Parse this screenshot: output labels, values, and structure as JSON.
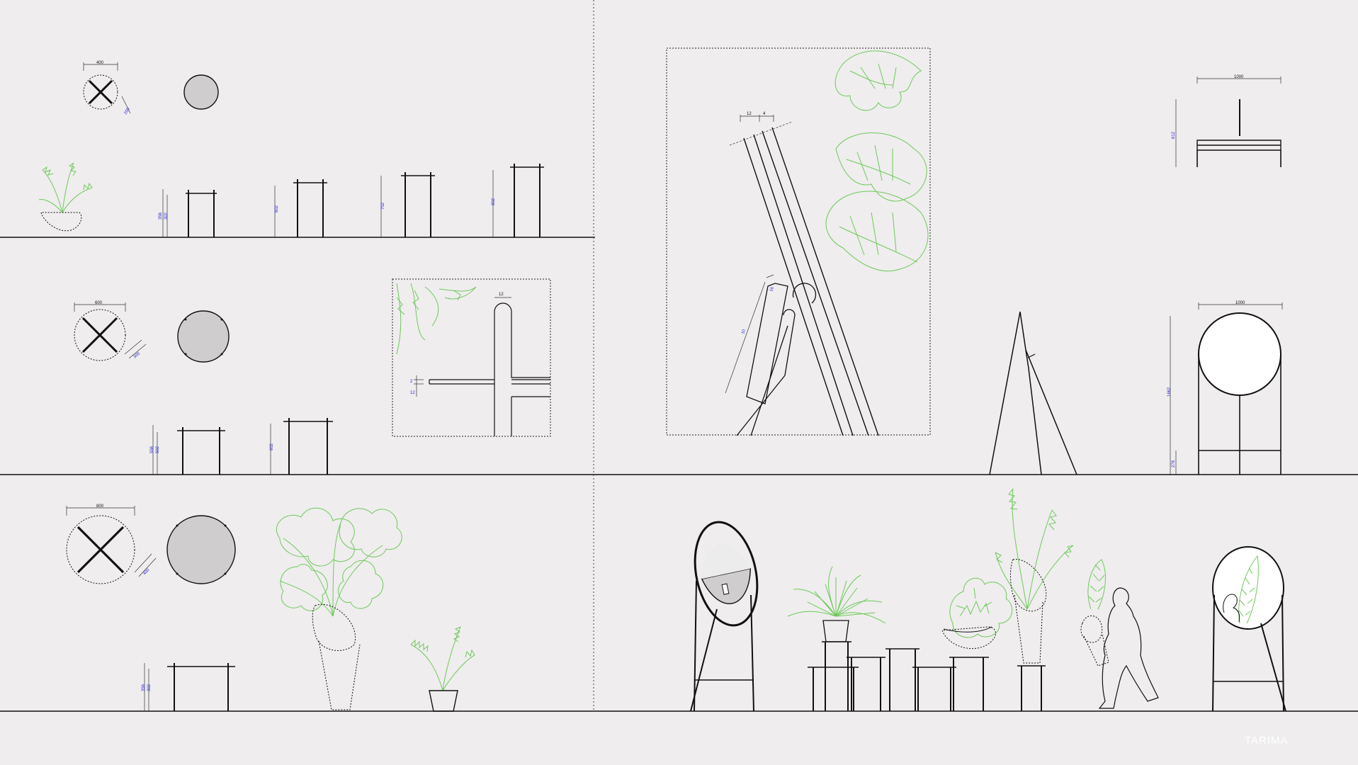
{
  "brand": {
    "label": "TARIMA",
    "color": "#ffffff"
  },
  "colors": {
    "background": "#efedee",
    "line": "#111111",
    "dimension": "#2a2ad8",
    "plant": "#6ec95a",
    "top_fill": "#d0cdcf"
  },
  "panels": {
    "small_tables": {
      "plan_dims": [
        "400",
        "200"
      ],
      "elevation_dims": [
        [
          "356",
          "302"
        ],
        [
          "602"
        ],
        [
          "702"
        ],
        [
          "802"
        ]
      ]
    },
    "medium_tables": {
      "plan_dims": [
        "600",
        "300"
      ],
      "elevation_dims": [
        [
          "556",
          "502"
        ],
        [
          "602"
        ]
      ],
      "detail_dims": [
        "12",
        "2",
        "12"
      ]
    },
    "large_tables": {
      "plan_dims": [
        "800",
        "400"
      ],
      "elevation_dims": [
        [
          "356",
          "302"
        ]
      ]
    },
    "mirror_detail": {
      "detail_dims": [
        "12",
        "4",
        "16",
        "10"
      ]
    },
    "tray_and_mirror": {
      "tray_dims": [
        "1000",
        "612"
      ],
      "mirror_dims": [
        "1000",
        "1662",
        "278"
      ]
    }
  }
}
